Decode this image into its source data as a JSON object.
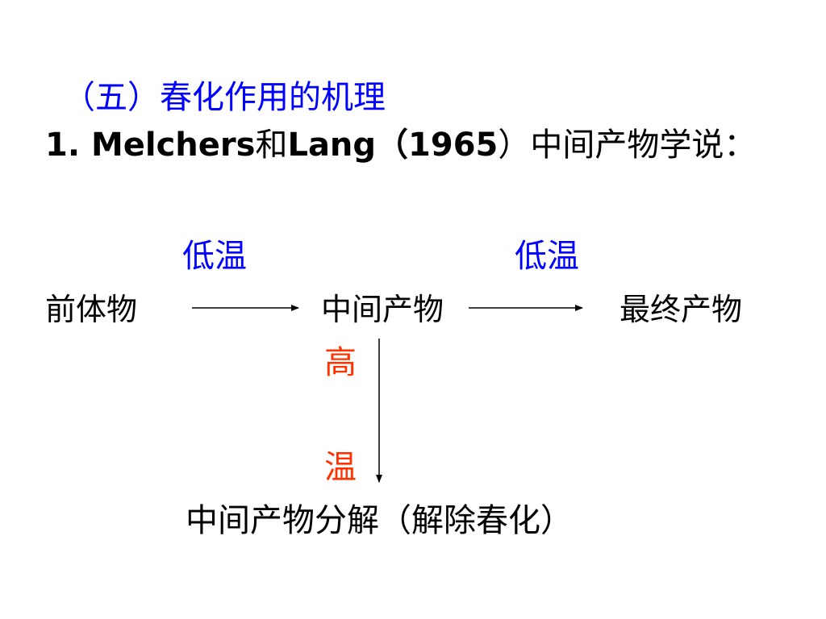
{
  "colors": {
    "blue": "#0000ff",
    "red": "#ff3300",
    "black": "#000000"
  },
  "heading": {
    "section_title": "（五）春化作用的机理",
    "subtitle_prefix": "1. Melchers",
    "subtitle_mid1": "和",
    "subtitle_mid2": "Lang（1965",
    "subtitle_suffix": "）中间产物学说："
  },
  "diagram": {
    "cond_low_temp_1": "低温",
    "cond_low_temp_2": "低温",
    "node_precursor": "前体物",
    "node_intermediate": "中间产物",
    "node_final": "最终产物",
    "cond_high": "高",
    "cond_temp": "温",
    "node_decomposition": "中间产物分解（解除春化）"
  }
}
